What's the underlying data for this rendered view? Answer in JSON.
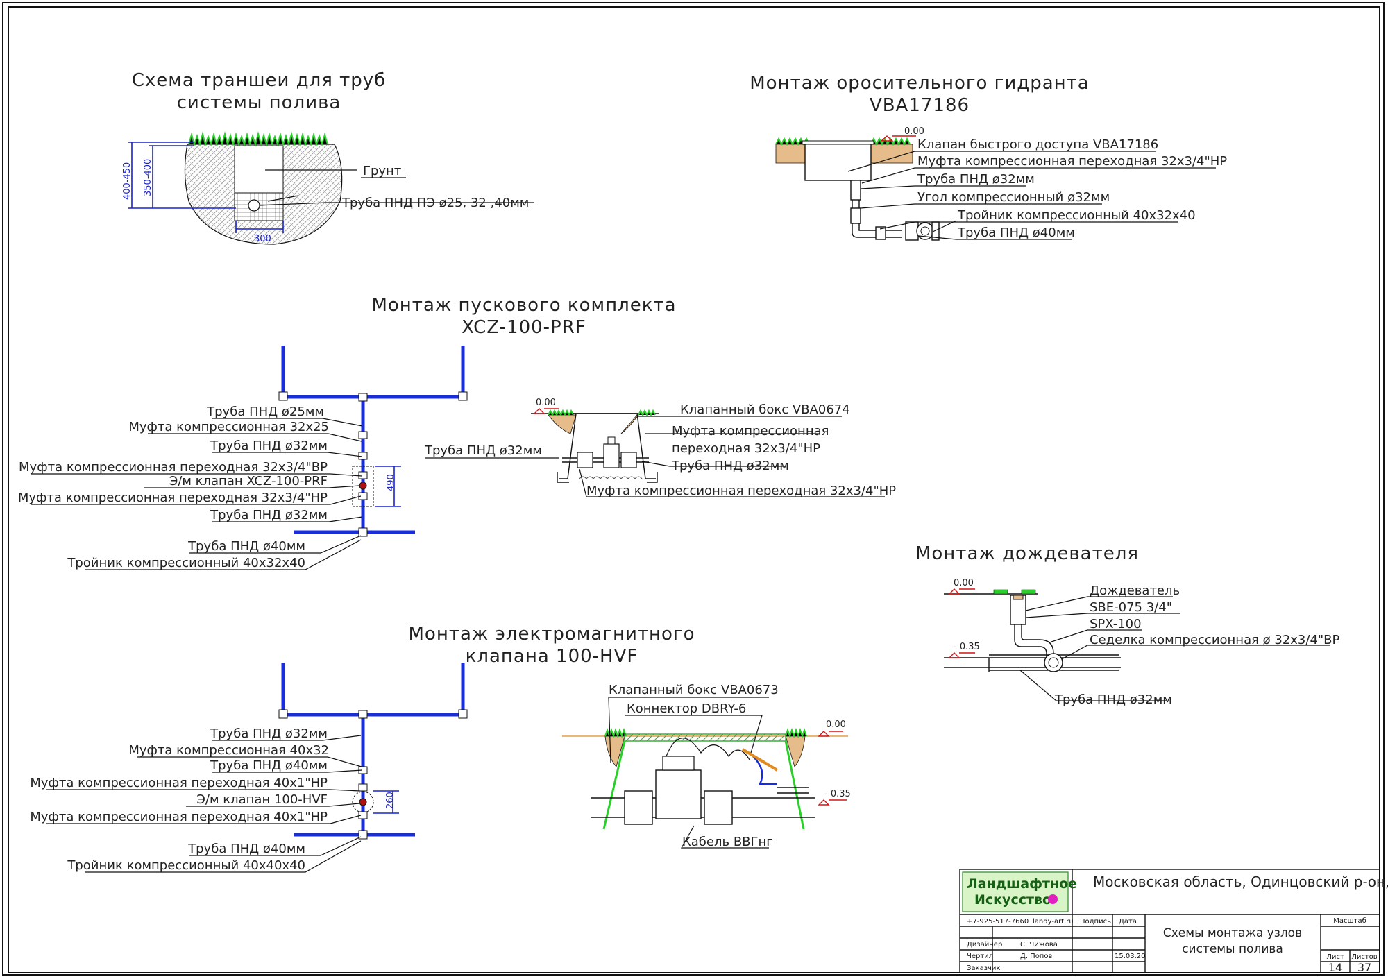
{
  "trench": {
    "title": [
      "Схема траншеи для труб",
      "системы полива"
    ],
    "labels": [
      "Грунт",
      "Труба ПНД ПЭ ø25, 32 ,40мм"
    ],
    "dims": [
      "400-450",
      "350-400",
      "300"
    ]
  },
  "hydrant": {
    "title": [
      "Монтаж оросительного гидранта",
      "VBA17186"
    ],
    "level": "0.00",
    "labels": [
      "Клапан быстрого доступа VBA17186",
      "Муфта компрессионная переходная 32х3/4\"НР",
      "Труба ПНД ø32мм",
      "Угол компрессионный ø32мм",
      "Тройник компрессионный 40х32х40",
      "Труба ПНД ø40мм"
    ]
  },
  "starter": {
    "title": [
      "Монтаж пускового комплекта",
      "XCZ-100-PRF"
    ],
    "labels": [
      "Труба ПНД ø25мм",
      "Муфта компрессионная 32х25",
      "Труба ПНД ø32мм",
      "Муфта компрессионная переходная 32х3/4\"ВР",
      "Э/м клапан XCZ-100-PRF",
      "Муфта компрессионная переходная 32х3/4\"НР",
      "Труба ПНД ø32мм",
      "Труба ПНД ø40мм",
      "Тройник компрессионный 40х32х40"
    ],
    "dim": "490"
  },
  "starter_box": {
    "level": "0.00",
    "left_label": "Труба ПНД ø32мм",
    "labels": [
      "Клапанный бокс VBA0674",
      "Муфта компрессионная",
      "переходная 32х3/4\"НР",
      "Труба ПНД ø32мм"
    ],
    "bottom_label": "Муфта компрессионная переходная 32х3/4\"НР"
  },
  "sprinkler": {
    "title": "Монтаж дождевателя",
    "levels": [
      "0.00",
      "- 0.35"
    ],
    "labels": [
      "Дождеватель",
      "SBE-075 3/4\"",
      "SPX-100",
      "Седелка компрессионная ø 32х3/4\"ВР"
    ],
    "bottom_label": "Труба ПНД ø32мм"
  },
  "valve": {
    "title": [
      "Монтаж электромагнитного",
      "клапана 100-HVF"
    ],
    "labels": [
      "Труба ПНД ø32мм",
      "Муфта компрессионная 40х32",
      "Труба ПНД ø40мм",
      "Муфта компрессионная переходная 40х1\"НР",
      "Э/м клапан 100-HVF",
      "Муфта компрессионная переходная 40х1\"НР",
      "Труба ПНД ø40мм",
      "Тройник компрессионный 40х40х40"
    ],
    "dim": "260"
  },
  "valve_box": {
    "levels": [
      "0.00",
      "- 0.35"
    ],
    "labels": [
      "Клапанный бокс VBA0673",
      "Коннектор DBRY-6"
    ],
    "bottom_label": "Кабель ВВГнг"
  },
  "title_block": {
    "logo_line1": "Ландшафтное",
    "logo_line2": "Искусство",
    "location": "Московская область, Одинцовский р-он,",
    "phone": "+7-925-517-7660",
    "site": "landy-art.ru",
    "col_sign": "Подпись",
    "col_date": "Дата",
    "roles": [
      "Дизайнер",
      "Чертил",
      "Заказчик"
    ],
    "names": [
      "С. Чижова",
      "Д. Попов",
      ""
    ],
    "date": "15.03.20",
    "sheet_title": [
      "Схемы монтажа узлов",
      "системы полива"
    ],
    "scale_label": "Масштаб",
    "sheet_label": "Лист",
    "sheets_label": "Листов",
    "sheet_no": "14",
    "sheets_total": "37"
  },
  "colors": {
    "pipe": "#1a2ed8",
    "dimension": "#1a22cc",
    "grass": "#28d028",
    "level_marker": "#d21414",
    "soil": "#e6bd8a",
    "box_fill": "#d9f5c7"
  }
}
